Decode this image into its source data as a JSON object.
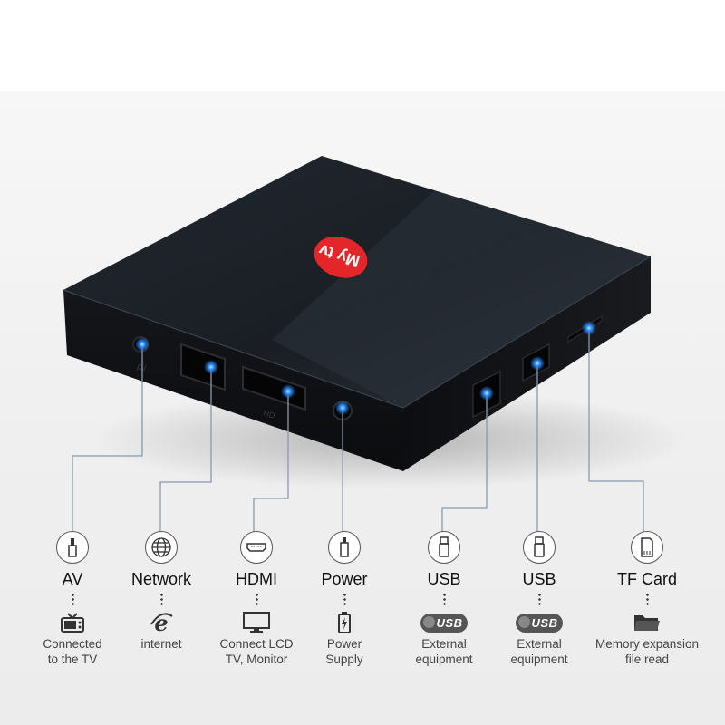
{
  "scene": {
    "brand_logo": "My tv",
    "port_labels_on_box": {
      "av": "AV",
      "hd": "HD"
    }
  },
  "ports": [
    {
      "id": "av",
      "name": "AV",
      "icon": "audio-jack-icon",
      "function_icon": "retro-tv-icon",
      "function_lines": [
        "Connected",
        "to the TV"
      ]
    },
    {
      "id": "network",
      "name": "Network",
      "icon": "globe-icon",
      "function_icon": "internet-explorer-icon",
      "function_lines": [
        "internet"
      ]
    },
    {
      "id": "hdmi",
      "name": "HDMI",
      "icon": "hdmi-port-icon",
      "function_icon": "monitor-icon",
      "function_lines": [
        "Connect LCD",
        "TV, Monitor"
      ]
    },
    {
      "id": "power",
      "name": "Power",
      "icon": "power-plug-icon",
      "function_icon": "battery-icon",
      "function_lines": [
        "Power",
        "Supply"
      ]
    },
    {
      "id": "usb1",
      "name": "USB",
      "icon": "usb-plug-icon",
      "function_icon": "usb-logo-icon",
      "function_lines": [
        "External",
        "equipment"
      ]
    },
    {
      "id": "usb2",
      "name": "USB",
      "icon": "usb-plug-icon",
      "function_icon": "usb-logo-icon",
      "function_lines": [
        "External",
        "equipment"
      ]
    },
    {
      "id": "tfcard",
      "name": "TF Card",
      "icon": "sd-card-icon",
      "function_icon": "folder-icon",
      "function_lines": [
        "Memory expansion",
        "file read"
      ]
    }
  ],
  "usb_badge_text": "USB",
  "colors": {
    "box_top": "#1c2027",
    "box_side": "#0e0f12",
    "logo_red": "#e4262a",
    "led_blue": "#1f8cff",
    "leader_line": "#8a9aaa"
  }
}
